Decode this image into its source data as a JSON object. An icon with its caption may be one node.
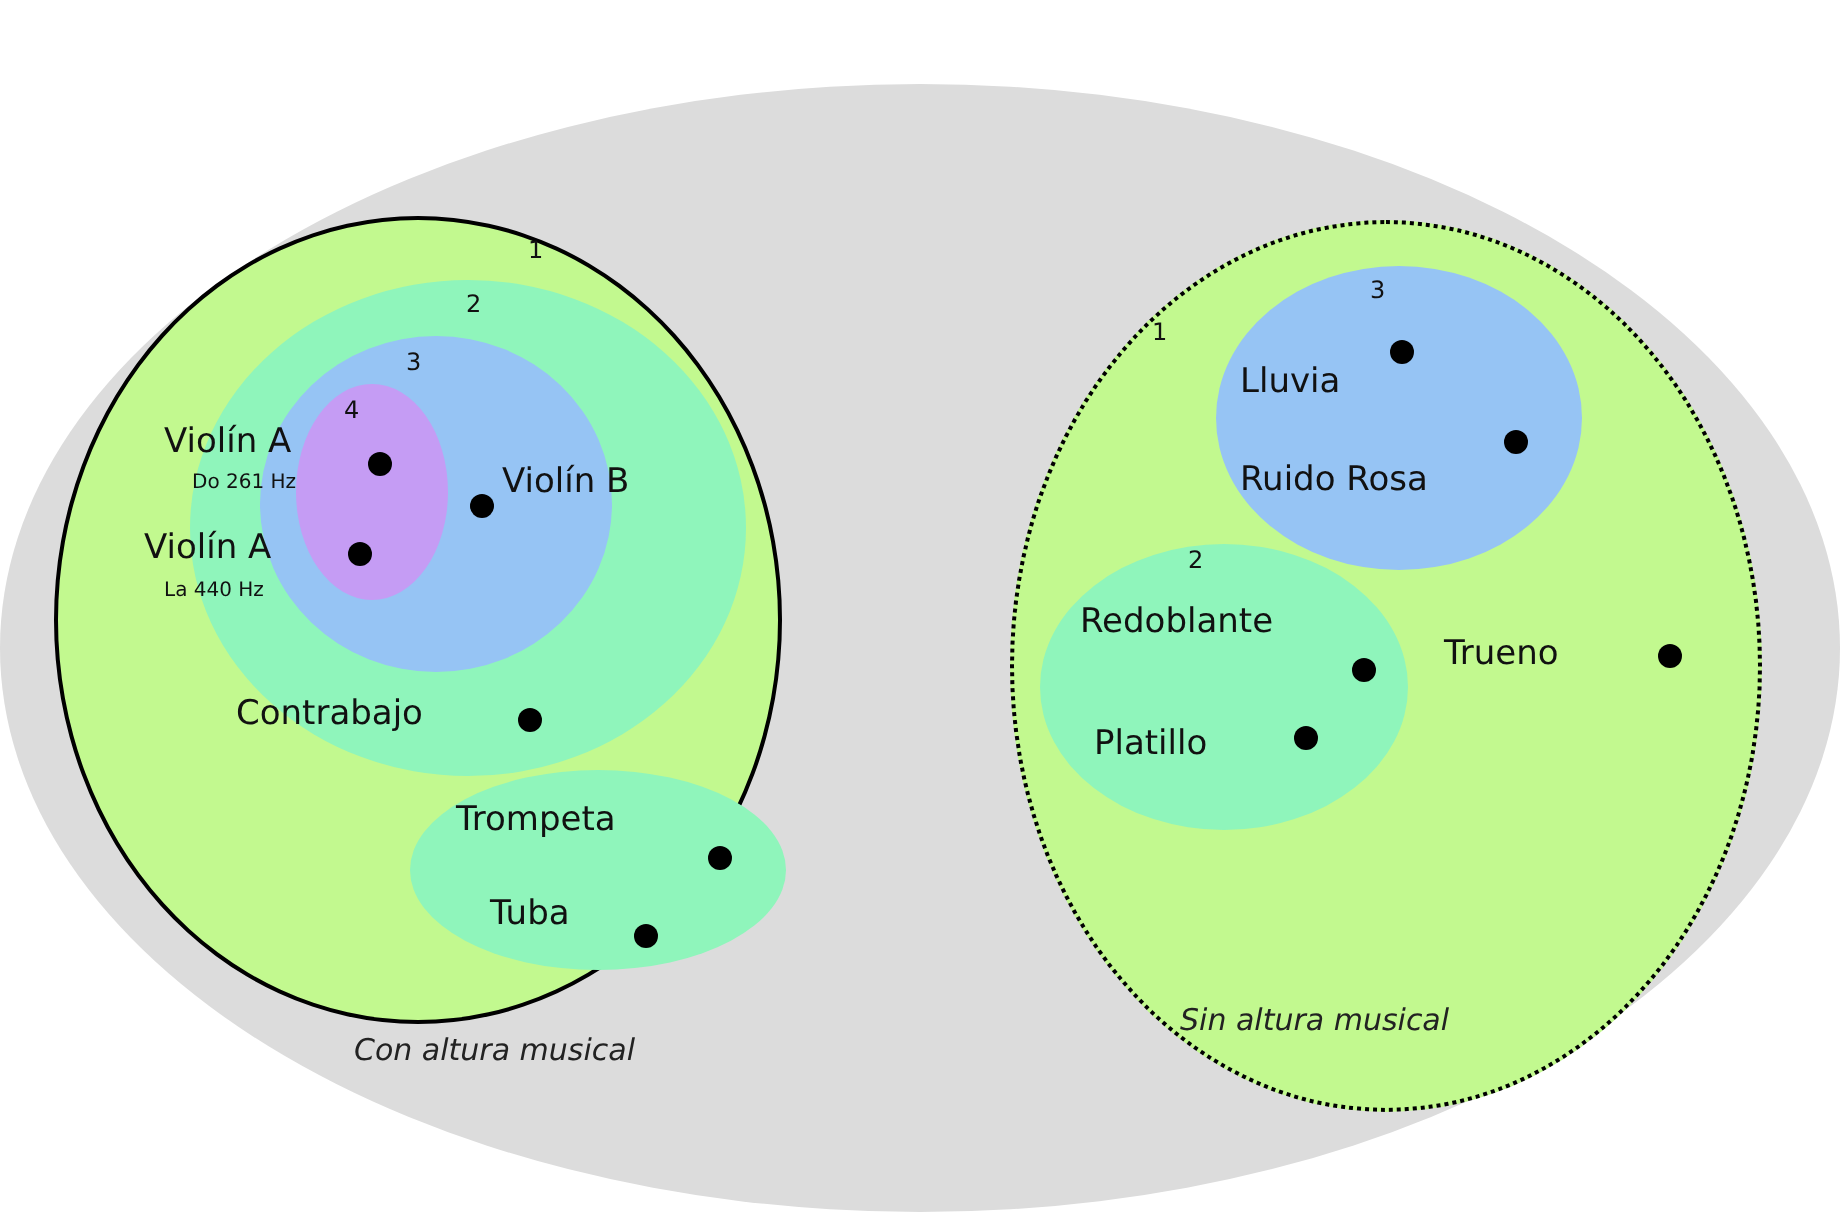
{
  "diagram": {
    "nodes": [
      {
        "text": [
          "1"
        ],
        "beside": [
          "Con altura musical"
        ]
      },
      {
        "text": [
          "2"
        ],
        "in": 0
      },
      {
        "text": [
          "3"
        ],
        "in": 1
      },
      {
        "text": [
          "4"
        ],
        "in": 2
      },
      {
        "text": [],
        "shape": "ellipse",
        "in": 0
      },
      {
        "text": [
          "1"
        ],
        "beside": [
          "Sin altura musical"
        ]
      },
      {
        "text": [
          "3"
        ],
        "in": 5
      },
      {
        "text": [
          "2"
        ],
        "in": 5
      },
      {
        "text": [
          "Violín A",
          "Do 261 Hz"
        ],
        "in": 3
      },
      {
        "text": [
          "Violín A",
          "La 440 Hz"
        ],
        "in": 3
      },
      {
        "text": [
          "Violín B"
        ],
        "in": 2
      },
      {
        "text": [
          "Contrabajo"
        ],
        "in": 1
      },
      {
        "text": [
          "Trompeta"
        ],
        "in": 4
      },
      {
        "text": [
          "Tuba"
        ],
        "in": 4
      },
      {
        "text": [
          "Lluvia"
        ],
        "in": 6
      },
      {
        "text": [
          "Ruido Rosa"
        ],
        "in": 6
      },
      {
        "text": [
          "Redoblante"
        ],
        "in": 7
      },
      {
        "text": [
          "Platillo"
        ],
        "in": 7
      },
      {
        "text": [
          "Trueno"
        ],
        "in": 5
      }
    ]
  }
}
